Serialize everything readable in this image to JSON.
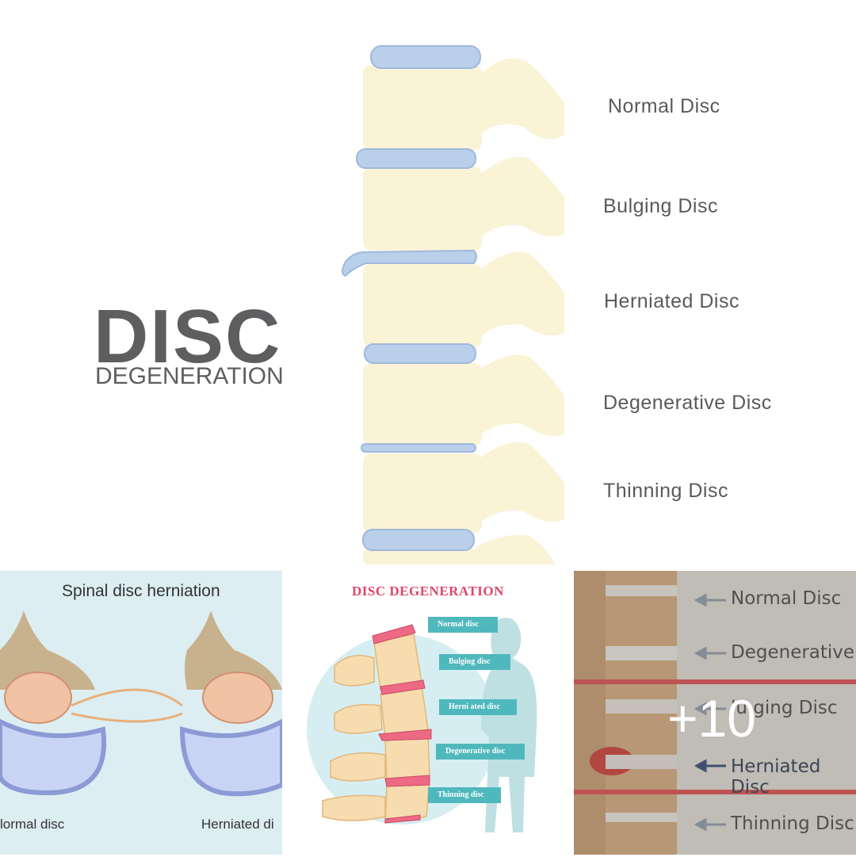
{
  "main": {
    "title": "DISC",
    "subtitle": "DEGENERATION",
    "labels": [
      "Normal Disc",
      "Bulging Disc",
      "Herniated Disc",
      "Degenerative Disc",
      "Thinning Disc"
    ]
  },
  "tile1": {
    "title": "Spinal disc herniation",
    "label_left": "lormal disc",
    "label_right": "Herniated di"
  },
  "tile2": {
    "title": "DISC DEGENERATION",
    "tags": [
      "Normal disc",
      "Bulging disc",
      "Herni ated disc",
      "Degenerative disc",
      "Thinning disc"
    ]
  },
  "tile3": {
    "labels": [
      "Normal  Disc",
      "Degenerative",
      "lu ging  Disc",
      "Herniated  Disc",
      "Thinning  Disc"
    ],
    "more_count": "+10"
  },
  "colors": {
    "bone": "#fbf3d6",
    "disc": "#b9cfea",
    "title": "#5e5e60",
    "teal": "#4fb8bd",
    "pink": "#e0456a"
  }
}
